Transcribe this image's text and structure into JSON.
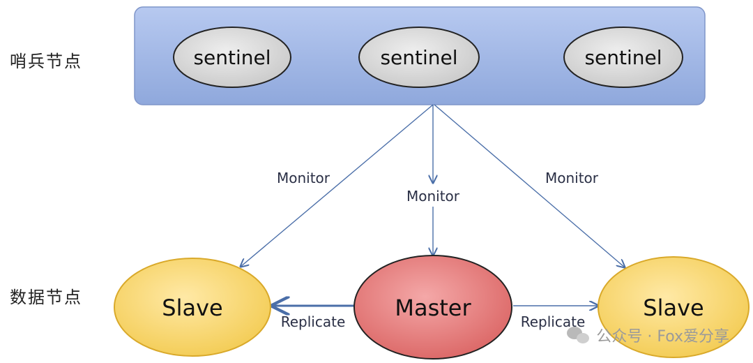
{
  "labels": {
    "sentinel_layer": "哨兵节点",
    "data_layer": "数据节点"
  },
  "sentinels": [
    {
      "label": "sentinel"
    },
    {
      "label": "sentinel"
    },
    {
      "label": "sentinel"
    }
  ],
  "nodes": {
    "slave_left": {
      "label": "Slave"
    },
    "master": {
      "label": "Master"
    },
    "slave_right": {
      "label": "Slave"
    }
  },
  "edges": {
    "monitor_left": "Monitor",
    "monitor_center": "Monitor",
    "monitor_right": "Monitor",
    "replicate_left": "Replicate",
    "replicate_right": "Replicate"
  },
  "watermark": {
    "text": "公众号 · Fox爱分享",
    "icon": "wechat-icon"
  },
  "colors": {
    "sentinel_panel": "#9fb6e6",
    "sentinel_oval": "#d6d6d6",
    "slave": "#f5d46a",
    "master": "#e07a7a",
    "arrow": "#4a6ea8"
  }
}
